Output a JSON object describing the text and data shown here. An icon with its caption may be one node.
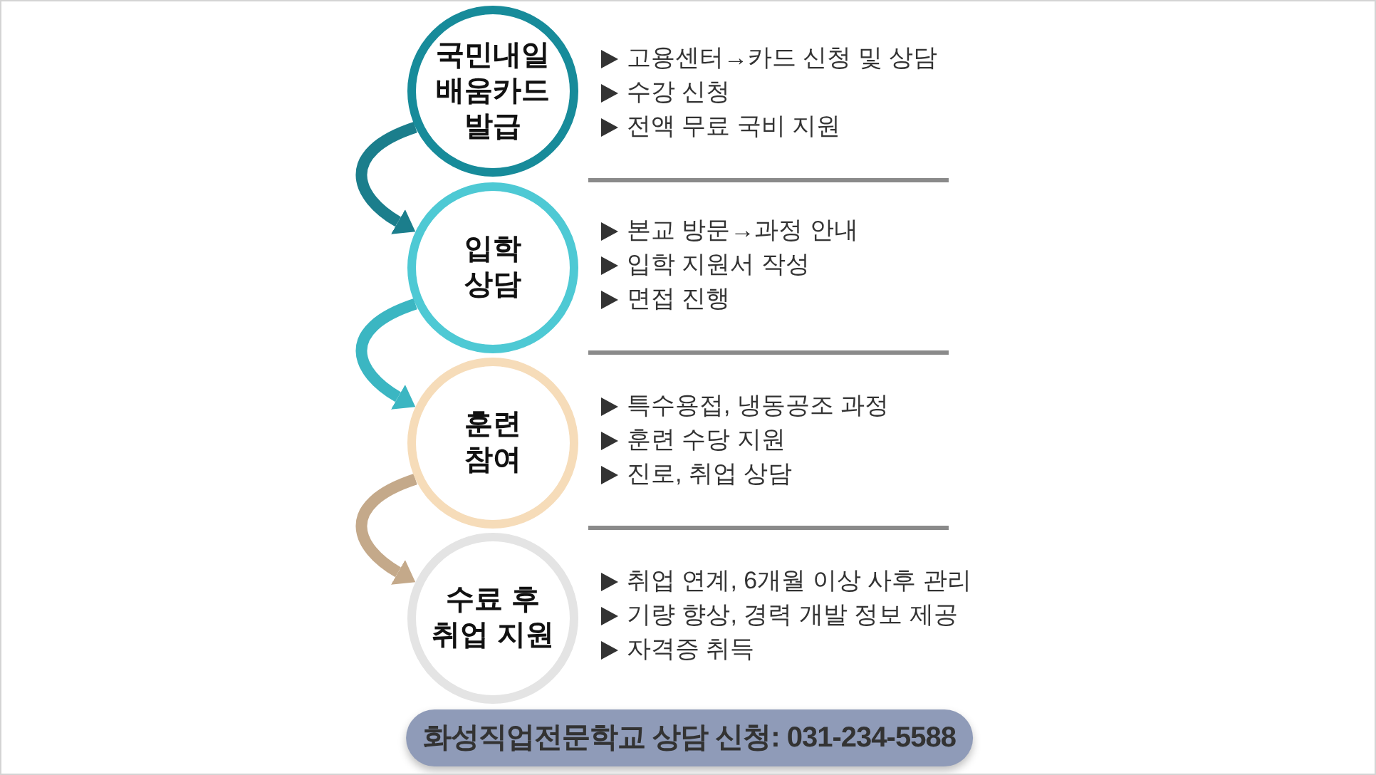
{
  "diagram": {
    "nodes": [
      {
        "text": [
          "국민내일 배움카드 발급"
        ]
      },
      {
        "text": [
          "입학 상담"
        ]
      },
      {
        "text": [
          "훈련 참여"
        ]
      },
      {
        "text": [
          "수료 후 취업 지원"
        ]
      },
      {
        "text": [
          "화성직업전문학교 상담 신청: 031-234-5588"
        ]
      }
    ],
    "edges": [
      {
        "from": 0,
        "to": 1,
        "arrow": "to",
        "color": "#1b7e8c"
      },
      {
        "from": 1,
        "to": 2,
        "arrow": "to",
        "color": "#3bb6c2"
      },
      {
        "from": 2,
        "to": 3,
        "arrow": "to",
        "color": "#c4a98a"
      }
    ],
    "labels": [
      "고용센터→카드 신청 및 상담",
      "수강 신청",
      "전액 무료 국비 지원",
      "본교 방문→과정 안내",
      "입학 지원서 작성",
      "면접 진행",
      "특수용접, 냉동공조 과정",
      "훈련 수당 지원",
      "진로, 취업 상담",
      "취업 연계, 6개월 이상 사후 관리",
      "기량 향상, 경력 개발 정보 제공",
      "자격증 취득"
    ]
  }
}
